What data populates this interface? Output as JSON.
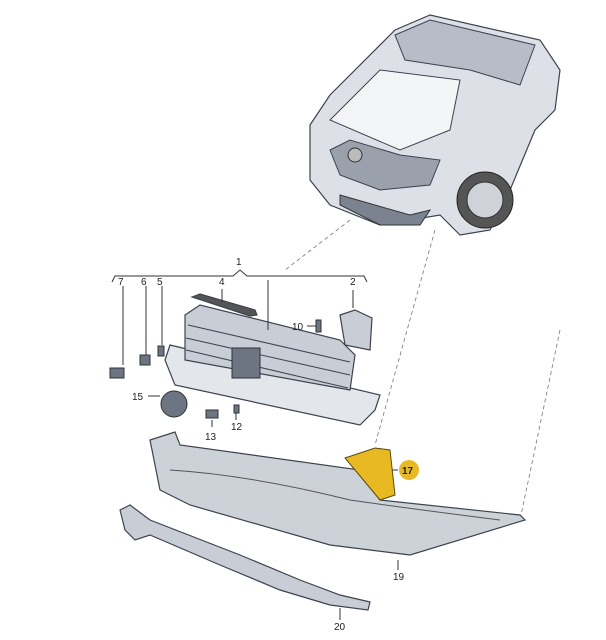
{
  "diagram": {
    "labels": {
      "p1": "1",
      "p2": "2",
      "p4": "4",
      "p5": "5",
      "p6": "6",
      "p7": "7",
      "p10": "10",
      "p12": "12",
      "p13": "13",
      "p15": "15",
      "p17": "17",
      "p19": "19",
      "p20": "20"
    },
    "highlight_color": "#e8b923"
  }
}
